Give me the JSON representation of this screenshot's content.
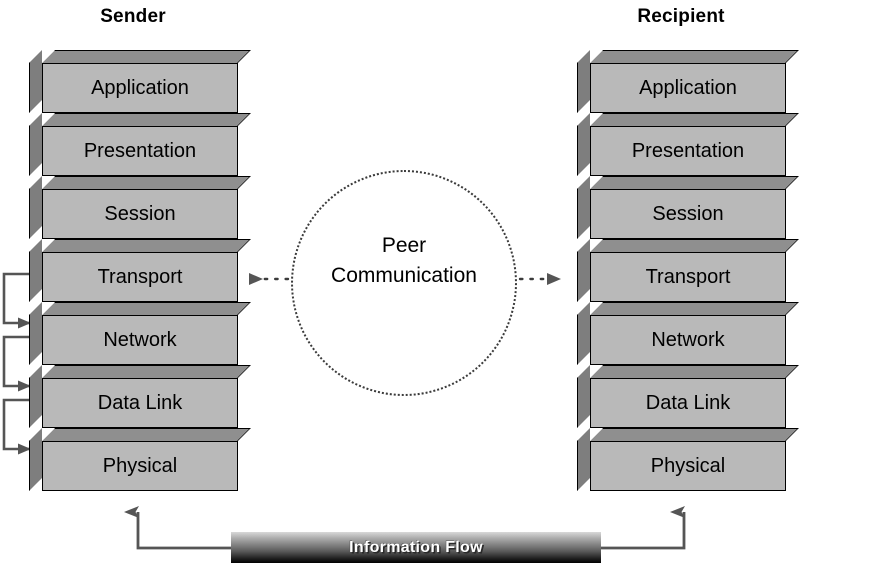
{
  "diagram": {
    "title_sender": "Sender",
    "title_recipient": "Recipient",
    "layers": [
      "Application",
      "Presentation",
      "Session",
      "Transport",
      "Network",
      "Data Link",
      "Physical"
    ],
    "peer": {
      "line1": "Peer",
      "line2": "Communication"
    },
    "information_flow_label": "Information Flow",
    "colors": {
      "box_front": "#b9b9b9",
      "box_top": "#8f8f8f",
      "box_left": "#7e7e7e",
      "outline": "#000000",
      "arrow": "#555555",
      "dotted_circle": "#3b3b3b",
      "bar_text": "#ffffff",
      "background": "#ffffff"
    }
  }
}
